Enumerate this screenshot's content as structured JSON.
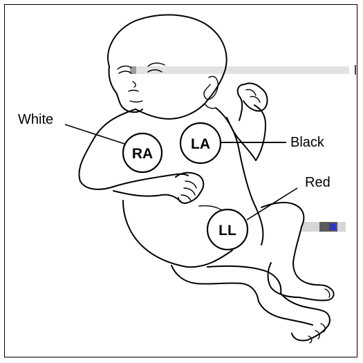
{
  "diagram": {
    "electrodes": [
      {
        "id": "RA",
        "label": "RA",
        "wire_color": "White"
      },
      {
        "id": "LA",
        "label": "LA",
        "wire_color": "Black"
      },
      {
        "id": "LL",
        "label": "LL",
        "wire_color": "Red"
      }
    ],
    "colors": {
      "line": "#000000",
      "background": "#ffffff",
      "glitch": "#cfcfcf",
      "glitch_dark": "#5a5a5a",
      "glitch_blue": "#2b37c9"
    }
  }
}
